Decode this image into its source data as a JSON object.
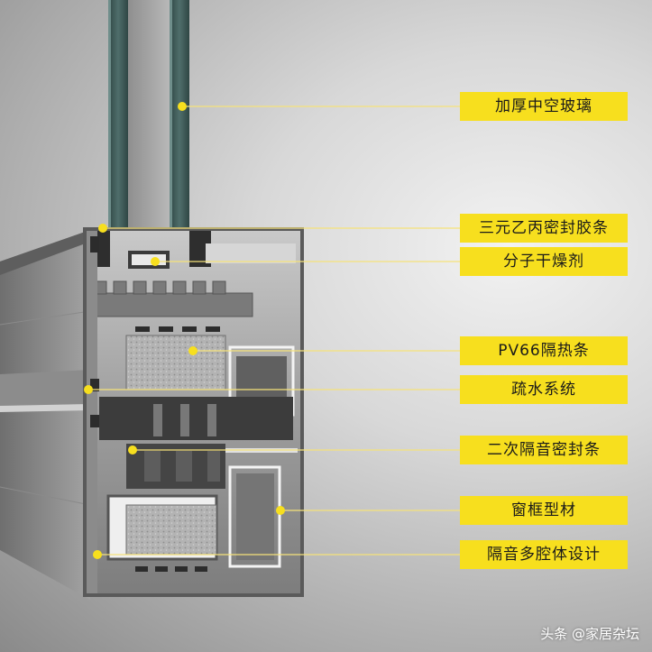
{
  "labels": [
    {
      "id": "insulated-glass",
      "text": "加厚中空玻璃"
    },
    {
      "id": "epdm-seal",
      "text": "三元乙丙密封胶条"
    },
    {
      "id": "molecular-sieve",
      "text": "分子干燥剂"
    },
    {
      "id": "pv66-thermal-strip",
      "text": "PV66隔热条"
    },
    {
      "id": "drainage-system",
      "text": "疏水系统"
    },
    {
      "id": "secondary-sound-seal",
      "text": "二次隔音密封条"
    },
    {
      "id": "frame-profile",
      "text": "窗框型材"
    },
    {
      "id": "multi-chamber-design",
      "text": "隔音多腔体设计"
    }
  ],
  "watermark": "头条 @家居杂坛",
  "colors": {
    "label_background": "#f7df1e",
    "leader_line": "#f5e27a",
    "dot": "#f7df1e",
    "glass": "#3e5a58"
  }
}
